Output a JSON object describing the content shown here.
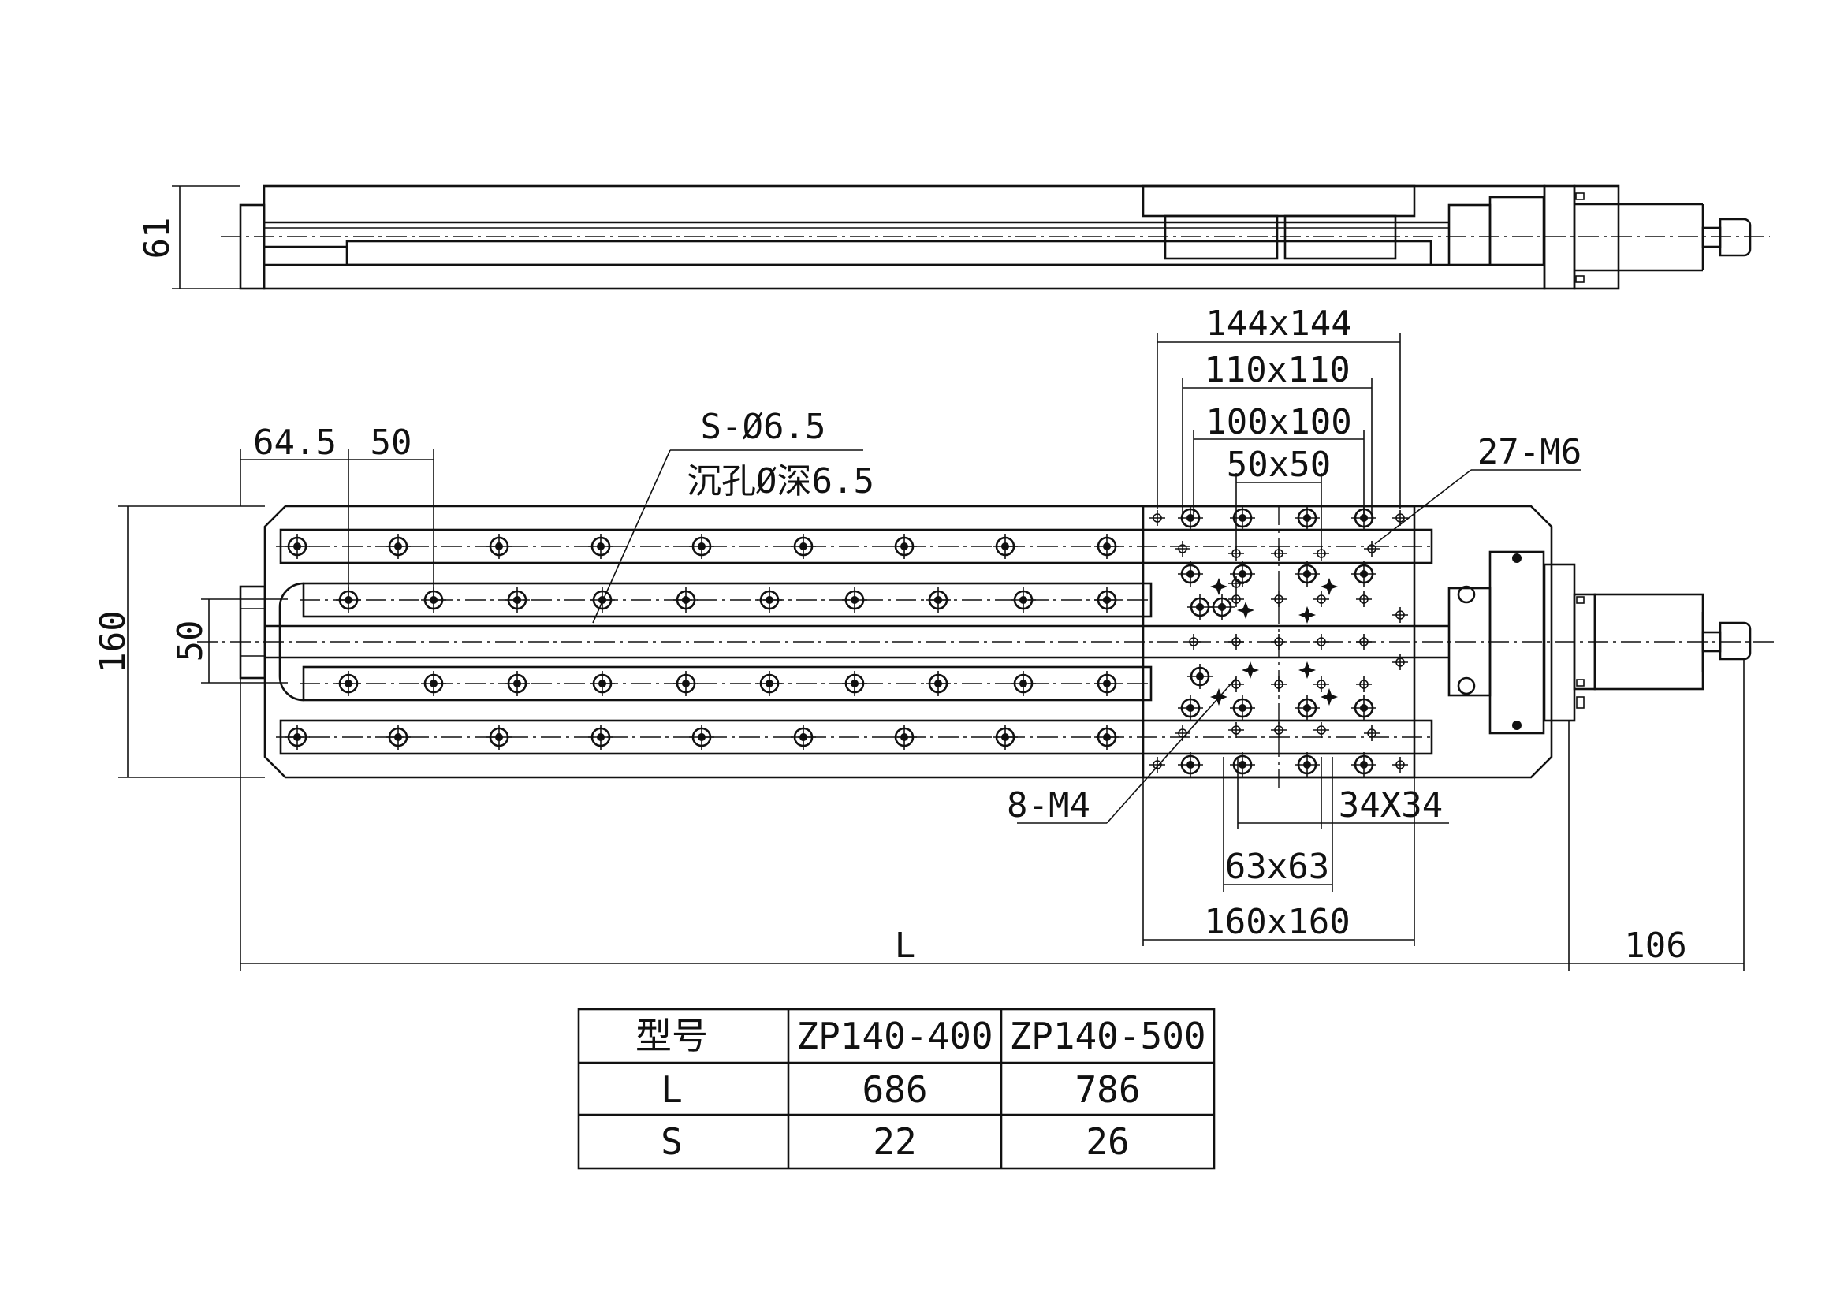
{
  "side_view": {
    "height_dim": "61"
  },
  "plan_view": {
    "width_dim": "160",
    "rail_spacing_dim": "50",
    "hole_offset_dim": "64.5",
    "hole_pitch_dim": "50",
    "hole_spec_line1": "S-Ø6.5",
    "hole_spec_line2": "沉孔Ø深6.5",
    "table_dims": [
      "144x144",
      "110x110",
      "100x100",
      "50x50"
    ],
    "thread_m6": "27-M6",
    "thread_m4": "8-M4",
    "dim_34": "34X34",
    "dim_63": "63x63",
    "dim_160": "160x160",
    "length_dim": "L",
    "motor_dim": "106"
  },
  "spec_table": {
    "header": [
      "型号",
      "ZP140-400",
      "ZP140-500"
    ],
    "rows": [
      [
        "L",
        "686",
        "786"
      ],
      [
        "S",
        "22",
        "26"
      ]
    ]
  }
}
